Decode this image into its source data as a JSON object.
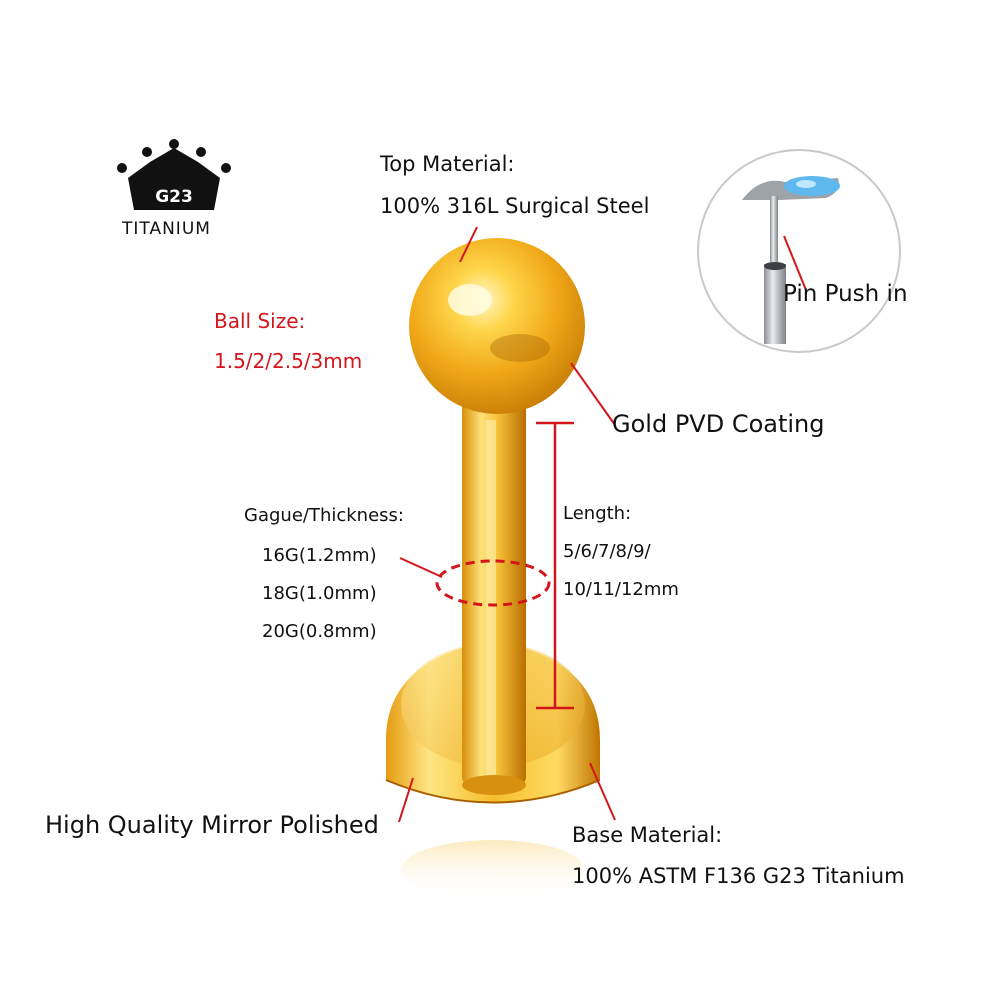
{
  "logo": {
    "badge": "G23",
    "caption": "TITANIUM"
  },
  "labels": {
    "top_material_title": "Top Material:",
    "top_material_value": "100% 316L Surgical Steel",
    "pin_push": "Pin Push in",
    "ball_size_title": "Ball Size:",
    "ball_size_value": "1.5/2/2.5/3mm",
    "coating": "Gold PVD Coating",
    "gauge_title": "Gague/Thickness:",
    "gauge_1": "16G(1.2mm)",
    "gauge_2": "18G(1.0mm)",
    "gauge_3": "20G(0.8mm)",
    "length_title": "Length:",
    "length_1": "5/6/7/8/9/",
    "length_2": "10/11/12mm",
    "polish": "High Quality Mirror Polished",
    "base_material_title": "Base Material:",
    "base_material_value": "100% ASTM F136 G23 Titanium"
  },
  "colors": {
    "gold_light": "#fff3a8",
    "gold_mid": "#f2b21b",
    "gold_dark": "#b86f00",
    "annotation_red": "#d3161b",
    "text": "#111111"
  }
}
